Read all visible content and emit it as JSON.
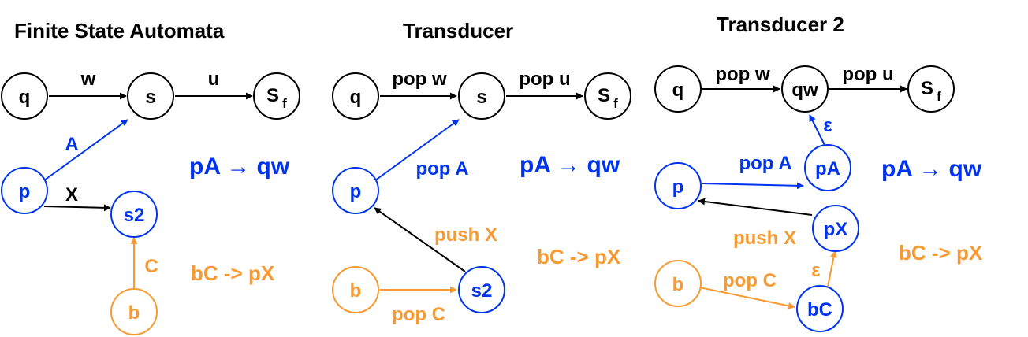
{
  "colors": {
    "black": "#000000",
    "blue": "#0033ee",
    "orange": "#f79a33"
  },
  "panels": [
    {
      "title": "Finite State Automata",
      "nodes": {
        "q": "q",
        "s": "s",
        "sf_main": "S",
        "sf_sub": "f",
        "p": "p",
        "s2": "s2",
        "b": "b"
      },
      "edges": {
        "q_s": "w",
        "s_sf": "u",
        "p_s": "A",
        "p_s2": "X",
        "b_s2": "C"
      },
      "rules": {
        "rule1": "pA → qw",
        "rule2": "bC -> pX"
      }
    },
    {
      "title": "Transducer",
      "nodes": {
        "q": "q",
        "s": "s",
        "sf_main": "S",
        "sf_sub": "f",
        "p": "p",
        "s2": "s2",
        "b": "b"
      },
      "edges": {
        "q_s": "pop w",
        "s_sf": "pop u",
        "p_s": "pop A",
        "s2_p": "push X",
        "b_s2": "pop C"
      },
      "rules": {
        "rule1": "pA → qw",
        "rule2": "bC -> pX"
      }
    },
    {
      "title": "Transducer 2",
      "nodes": {
        "q": "q",
        "qw": "qw",
        "sf_main": "S",
        "sf_sub": "f",
        "p": "p",
        "pA": "pA",
        "pX": "pX",
        "b": "b",
        "bC": "bC"
      },
      "edges": {
        "q_qw": "pop w",
        "qw_sf": "pop u",
        "pA_qw": "ε",
        "p_pA": "pop A",
        "pX_p": "push X",
        "b_bC": "pop C",
        "bC_pX": "ε"
      },
      "rules": {
        "rule1": "pA → qw",
        "rule2": "bC -> pX"
      }
    }
  ]
}
